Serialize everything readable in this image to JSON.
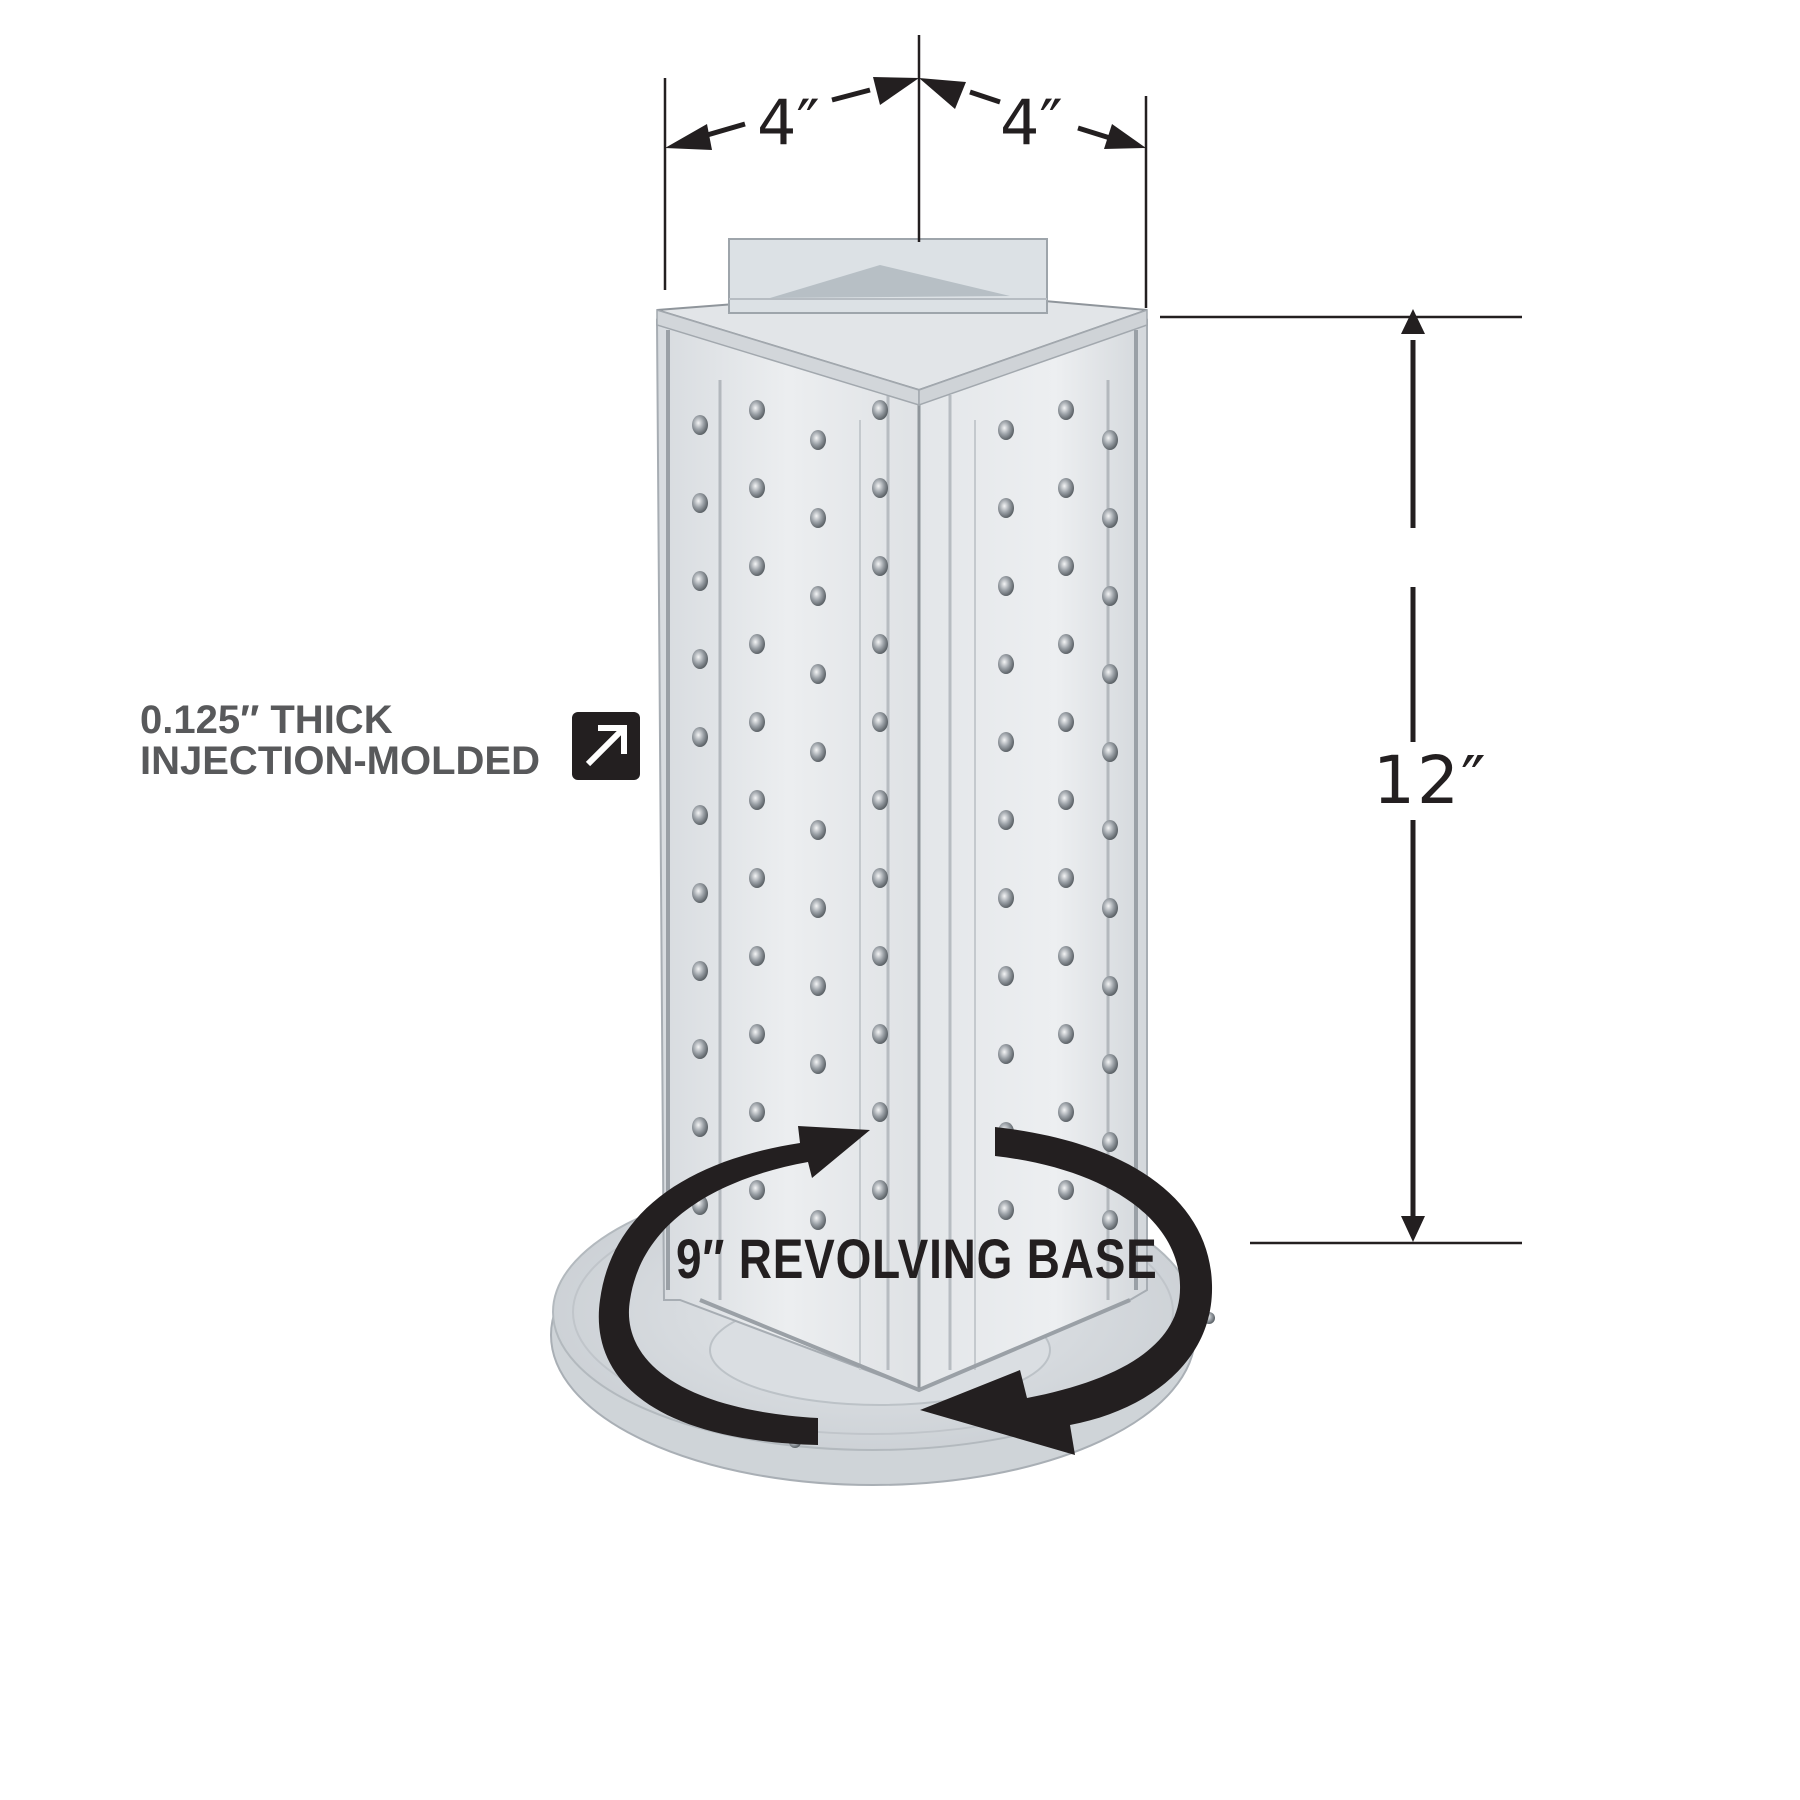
{
  "figure": {
    "subject": "Triangular revolving pegboard tower display on round base",
    "colors": {
      "background": "#ffffff",
      "ink": "#231f20",
      "callout_text": "#58595b",
      "acrylic_light": "#e8ebee",
      "acrylic_mid": "#c9ced3",
      "acrylic_dark": "#8c9298"
    }
  },
  "dimensions": {
    "width_left": {
      "label": "4″"
    },
    "width_right": {
      "label": "4″"
    },
    "height": {
      "label": "12″"
    }
  },
  "callout": {
    "line1": "0.125″ THICK",
    "line2": "INJECTION-MOLDED",
    "icon": "arrow-up-right-icon"
  },
  "base": {
    "label": "9″ REVOLVING BASE",
    "icon": "rotate-arrows-icon"
  }
}
